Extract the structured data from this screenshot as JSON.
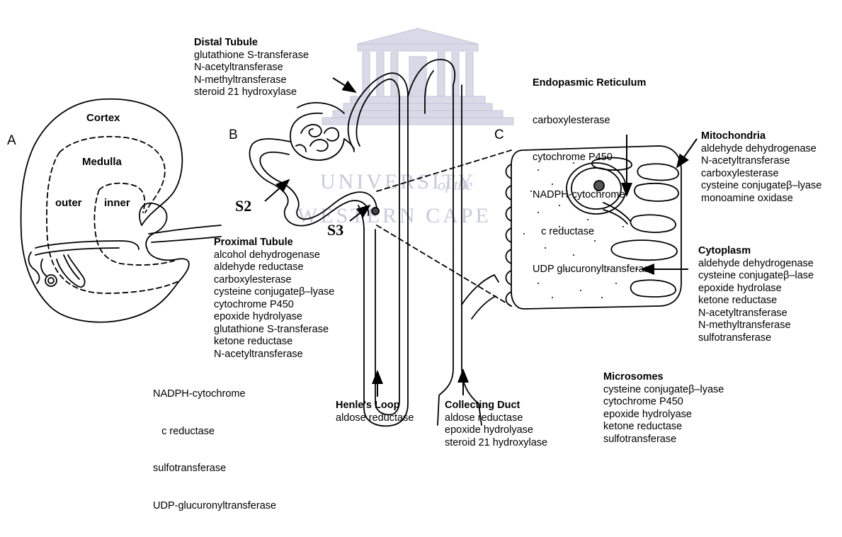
{
  "watermark": {
    "line1": "UNIVERSITY",
    "line1_suffix": "of the",
    "line2": "WESTERN CAPE"
  },
  "panels": {
    "a": "A",
    "b": "B",
    "c": "C"
  },
  "kidney": {
    "cortex": "Cortex",
    "medulla": "Medulla",
    "outer": "outer",
    "inner": "inner"
  },
  "segments": {
    "s2": "S2",
    "s3": "S3"
  },
  "distal_tubule": {
    "title": "Distal Tubule",
    "items": [
      "glutathione S-transferase",
      "N-acetyltransferase",
      "N-methyltransferase",
      "steroid 21 hydroxylase"
    ]
  },
  "proximal_tubule": {
    "title": "Proximal Tubule",
    "items": [
      "alcohol dehydrogenase",
      "aldehyde reductase",
      "carboxylesterase",
      "cysteine conjugateβ–lyase",
      "cytochrome P450",
      "epoxide hydrolyase",
      "glutathione S-transferase",
      "ketone reductase",
      "N-acetyltransferase"
    ],
    "items_left": [
      "NADPH-cytochrome",
      "   c reductase",
      "sulfotransferase",
      "UDP-glucuronyltransferase"
    ]
  },
  "henles_loop": {
    "title": "Henle's Loop",
    "items": [
      "aldose reductase"
    ]
  },
  "collecting_duct": {
    "title": "Collecting Duct",
    "items": [
      "aldose reductase",
      "epoxide hydrolyase",
      "steroid 21 hydroxylase"
    ]
  },
  "endoplasmic_reticulum": {
    "title": "Endopasmic Reticulum",
    "items": [
      "carboxylesterase",
      "cytochrome P450",
      "NADPH-cytochrome",
      "   c reductase",
      "UDP glucuronyltransferase"
    ]
  },
  "mitochondria": {
    "title": "Mitochondria",
    "items": [
      "aldehyde dehydrogenase",
      "N-acetyltransferase",
      "carboxylesterase",
      "cysteine conjugateβ–lyase",
      "monoamine oxidase"
    ]
  },
  "cytoplasm": {
    "title": "Cytoplasm",
    "items": [
      "aldehyde dehydrogenase",
      "cysteine conjugateβ–lase",
      "epoxide hydrolase",
      "ketone reductase",
      "N-acetyltransferase",
      "N-methyltransferase",
      "sulfotransferase"
    ]
  },
  "microsomes": {
    "title": "Microsomes",
    "items": [
      "cysteine conjugateβ–lyase",
      "cytochrome P450",
      "epoxide hydrolyase",
      "ketone reductase",
      "sulfotransferase"
    ]
  }
}
